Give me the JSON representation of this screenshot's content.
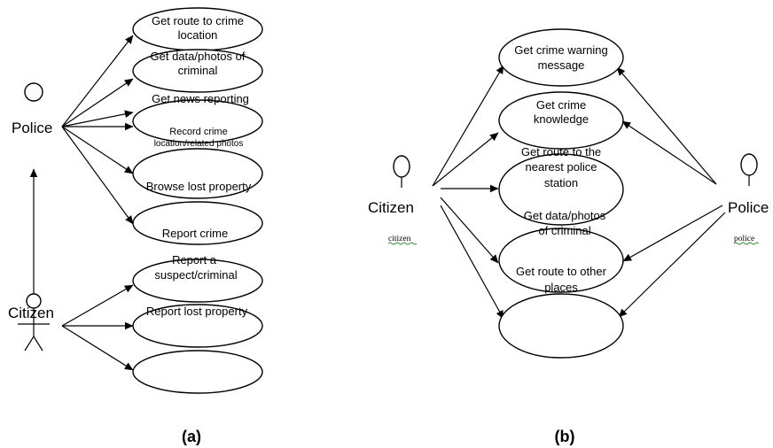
{
  "diagram_a": {
    "caption": "(a)",
    "police_label": "Police",
    "citizen_label": "Citizen",
    "police_uc1_l1": "Get route to crime",
    "police_uc1_l2": "location",
    "police_uc2_l1": "Get data/photos of",
    "police_uc2_l2": "criminal",
    "police_uc3": "Get news reporting",
    "police_uc4_l1": "Record crime",
    "police_uc4_l2": "location/related photos",
    "police_uc5": "Browse lost property",
    "police_uc6": "Report crime",
    "citizen_uc1_l1": "Report a",
    "citizen_uc1_l2": "suspect/criminal",
    "citizen_uc2": "Report lost property",
    "citizen_uc3": ""
  },
  "diagram_b": {
    "caption": "(b)",
    "citizen_label": "Citizen",
    "police_label": "Police",
    "citizen_note": "citizen",
    "police_note": "police",
    "uc1_l1": "Get crime warning",
    "uc1_l2": "message",
    "uc2_l1": "Get crime",
    "uc2_l2": "knowledge",
    "uc3_l1": "Get route to the",
    "uc3_l2": "nearest police",
    "uc3_l3": "station",
    "uc4_l1": "Get data/photos",
    "uc4_l2": "of criminal",
    "uc5_l1": "Get route to other",
    "uc5_l2": "places",
    "uc6": ""
  }
}
